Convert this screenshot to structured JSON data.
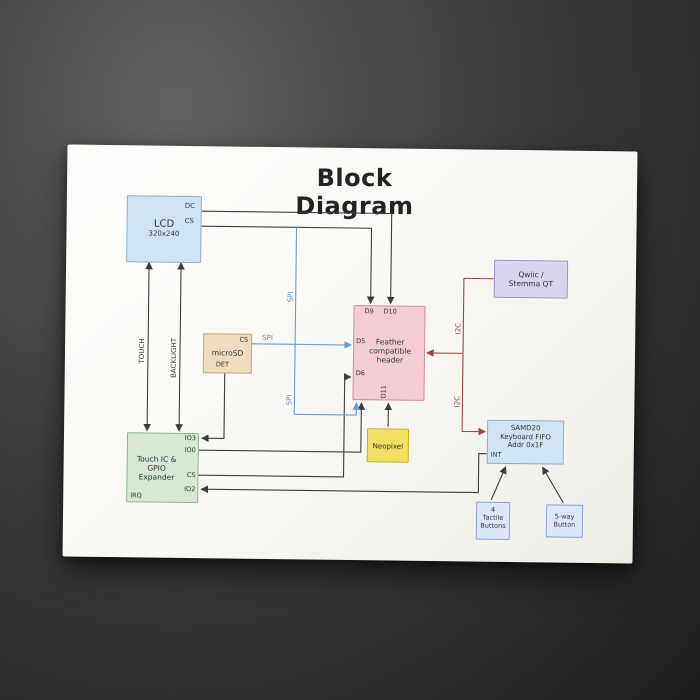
{
  "title": "Block Diagram",
  "colors": {
    "background": "#3c3c3c",
    "paper": "#faf9f5",
    "line_black": "#3d3d3d",
    "line_blue": "#6b9bd2",
    "line_red": "#9a4747",
    "lcd_fill": "#cfe3f2",
    "feather_fill": "#f3ccd6",
    "qwiic_fill": "#dad3ec",
    "microsd_fill": "#eddcbd",
    "touch_fill": "#d6e8d5",
    "neopixel_fill": "#f3df62",
    "samd20_fill": "#cfe3f2",
    "buttons_fill": "#dde6f6"
  },
  "boxes": {
    "lcd": {
      "label": "LCD",
      "sublabel": "320x240"
    },
    "feather": {
      "lines": [
        "Feather",
        "compatible",
        "header"
      ],
      "pins": {
        "d9": "D9",
        "d10": "D10",
        "d5": "D5",
        "d6": "D6",
        "d11": "D11"
      }
    },
    "qwiic": {
      "lines": [
        "Qwiic /",
        "Stemma QT"
      ]
    },
    "microsd": {
      "label": "microSD",
      "pins": {
        "cs": "CS",
        "det": "DET"
      }
    },
    "touch": {
      "lines": [
        "Touch IC &",
        "GPIO",
        "Expander"
      ],
      "pins": {
        "io3": "IO3",
        "io0": "IO0",
        "cs": "CS",
        "io2": "IO2",
        "irq": "IRQ"
      }
    },
    "neopixel": {
      "label": "Neopixel"
    },
    "samd20": {
      "lines": [
        "SAMD20",
        "Keyboard FIFO",
        "Addr 0x1F"
      ],
      "pins": {
        "int": "INT"
      }
    },
    "tactile_buttons": {
      "lines": [
        "4",
        "Tactile",
        "Buttons"
      ]
    },
    "five_way": {
      "lines": [
        "5-way",
        "Button"
      ]
    }
  },
  "wire_labels": {
    "dc": "DC",
    "cs": "CS",
    "spi_sd": "SPI",
    "spi_bus_1": "SPI",
    "spi_bus_2": "SPI",
    "touch": "TOUCH",
    "backlight": "BACKLIGHT",
    "i2c_1": "I2C",
    "i2c_2": "I2C"
  }
}
